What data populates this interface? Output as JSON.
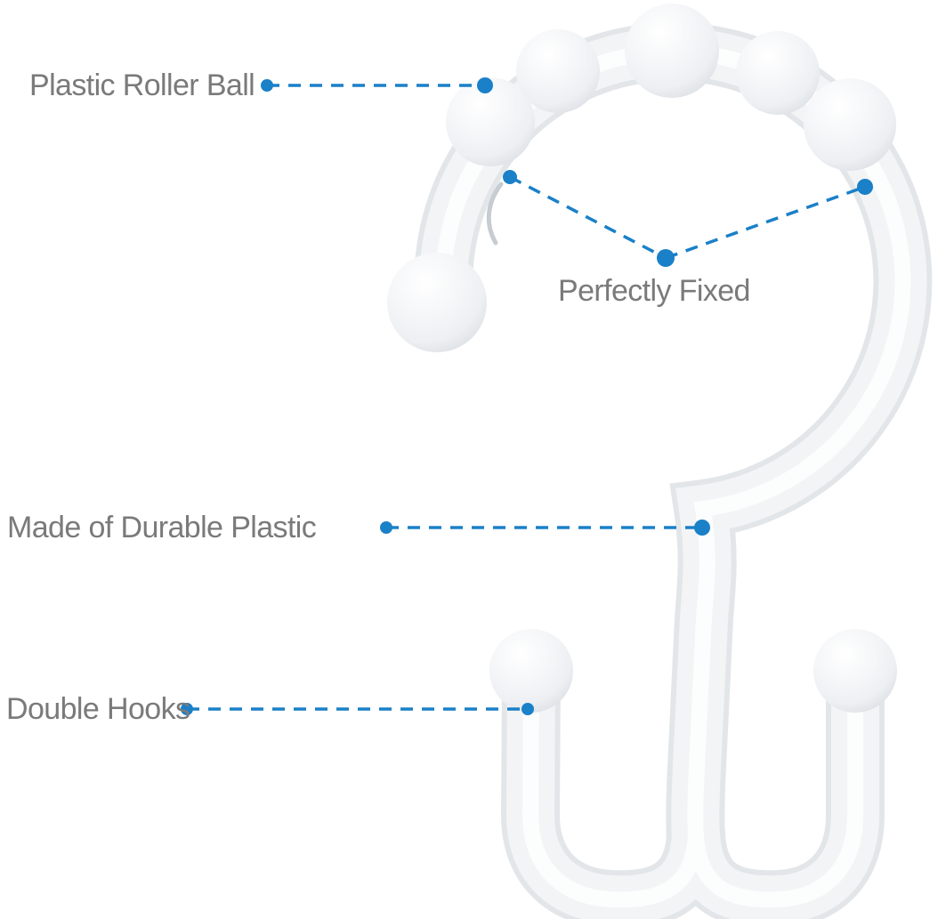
{
  "callouts": {
    "plastic_roller_ball": "Plastic Roller Ball",
    "perfectly_fixed": "Perfectly Fixed",
    "made_of_durable_plastic": "Made of Durable Plastic",
    "double_hooks": "Double Hooks"
  },
  "colors": {
    "accent": "#1a80c8",
    "label_text": "#7a7a7a",
    "product_body": "#f3f4f6",
    "product_shade": "#e3e6e9",
    "product_highlight": "#fcfdfd",
    "background": "#ffffff"
  }
}
